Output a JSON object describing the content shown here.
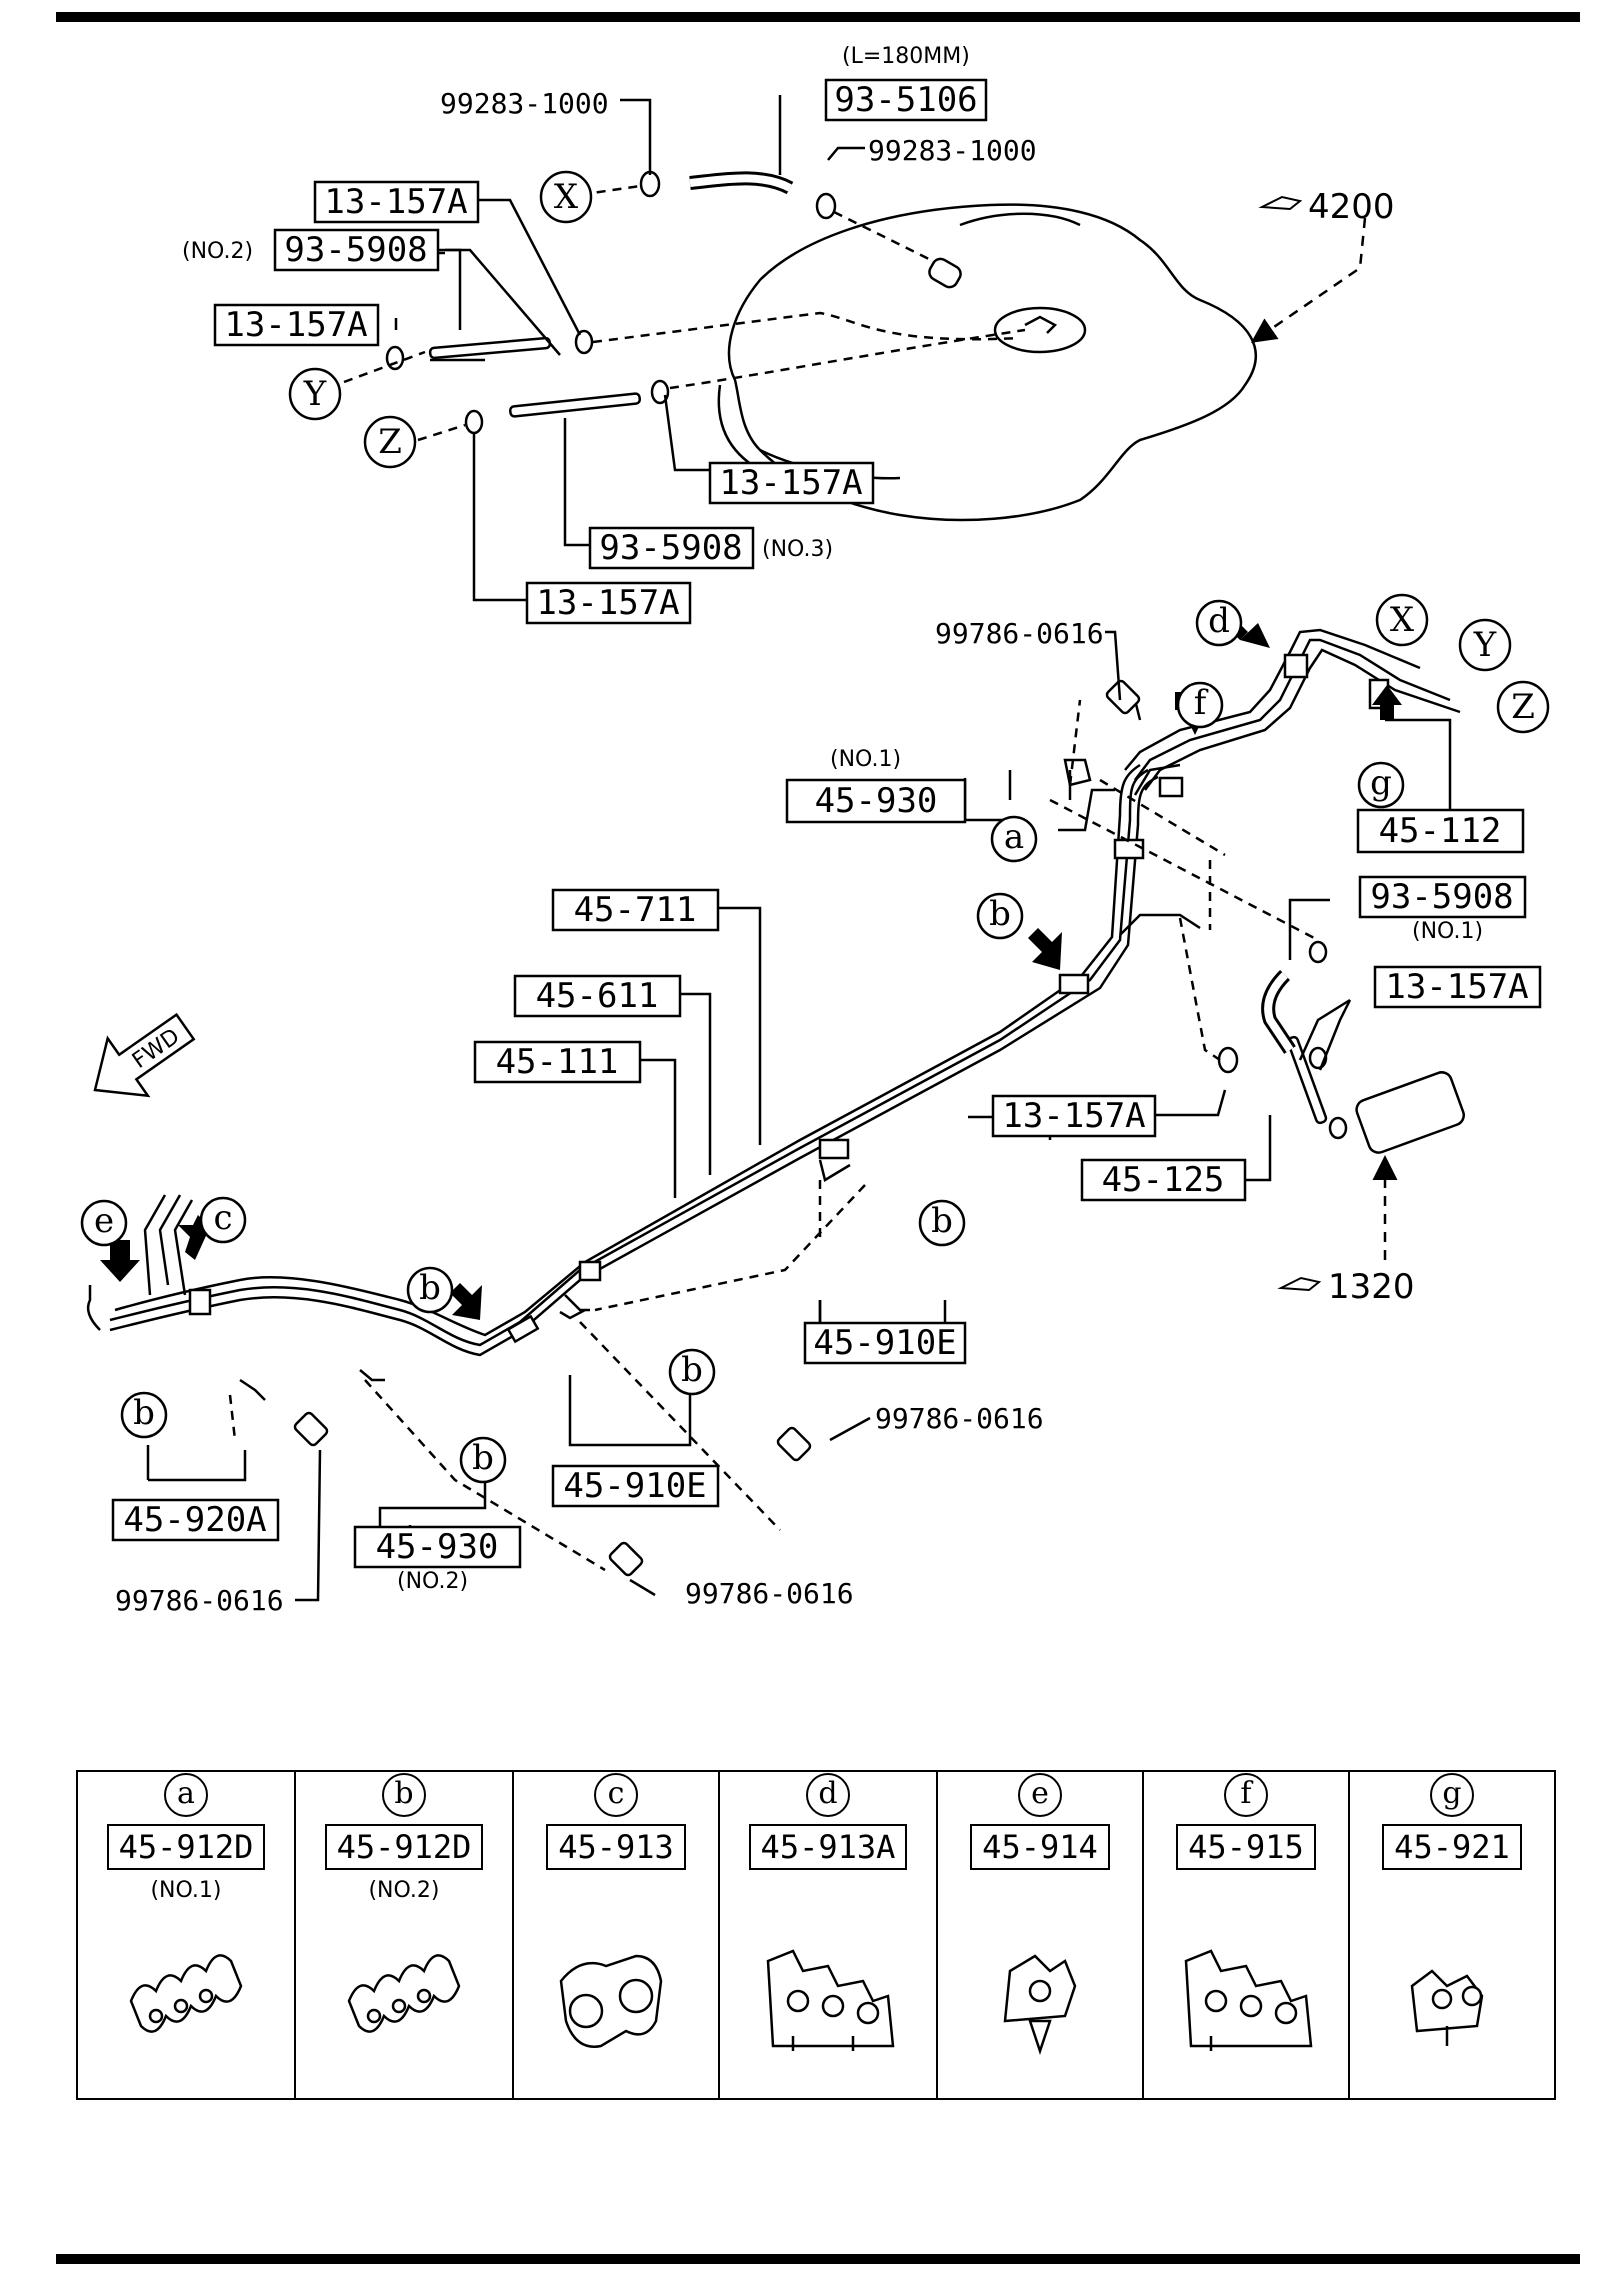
{
  "parts": {
    "p93_5106": "93-5106",
    "p93_5106_note": "(L=180MM)",
    "bolt_99283_a": "99283-1000",
    "bolt_99283_b": "99283-1000",
    "p13_157A_1": "13-157A",
    "p93_5908_no2": "93-5908",
    "p93_5908_no2_note": "(NO.2)",
    "p13_157A_2": "13-157A",
    "p13_157A_3": "13-157A",
    "p93_5908_no3": "93-5908",
    "p93_5908_no3_note": "(NO.3)",
    "p13_157A_4": "13-157A",
    "ref_4200": "4200",
    "bolt_99786_top": "99786-0616",
    "p45_930_no1": "45-930",
    "p45_930_no1_note": "(NO.1)",
    "p45_711": "45-711",
    "p45_611": "45-611",
    "p45_111": "45-111",
    "p45_112": "45-112",
    "p93_5908_no1": "93-5908",
    "p93_5908_no1_note": "(NO.1)",
    "p13_157A_5": "13-157A",
    "p13_157A_6": "13-157A",
    "p45_125": "45-125",
    "ref_1320": "1320",
    "p45_910E_1": "45-910E",
    "p45_910E_2": "45-910E",
    "bolt_99786_mid": "99786-0616",
    "p45_920A": "45-920A",
    "bolt_99786_left": "99786-0616",
    "p45_930_no2": "45-930",
    "p45_930_no2_note": "(NO.2)",
    "bolt_99786_bottom": "99786-0616",
    "fwd": "FWD"
  },
  "letters": {
    "x": "X",
    "y": "Y",
    "z": "Z",
    "a": "a",
    "b": "b",
    "c": "c",
    "d": "d",
    "e": "e",
    "f": "f",
    "g": "g"
  },
  "legend": [
    {
      "letter": "a",
      "part": "45-912D",
      "note": "(NO.1)"
    },
    {
      "letter": "b",
      "part": "45-912D",
      "note": "(NO.2)"
    },
    {
      "letter": "c",
      "part": "45-913",
      "note": ""
    },
    {
      "letter": "d",
      "part": "45-913A",
      "note": ""
    },
    {
      "letter": "e",
      "part": "45-914",
      "note": ""
    },
    {
      "letter": "f",
      "part": "45-915",
      "note": ""
    },
    {
      "letter": "g",
      "part": "45-921",
      "note": ""
    }
  ]
}
